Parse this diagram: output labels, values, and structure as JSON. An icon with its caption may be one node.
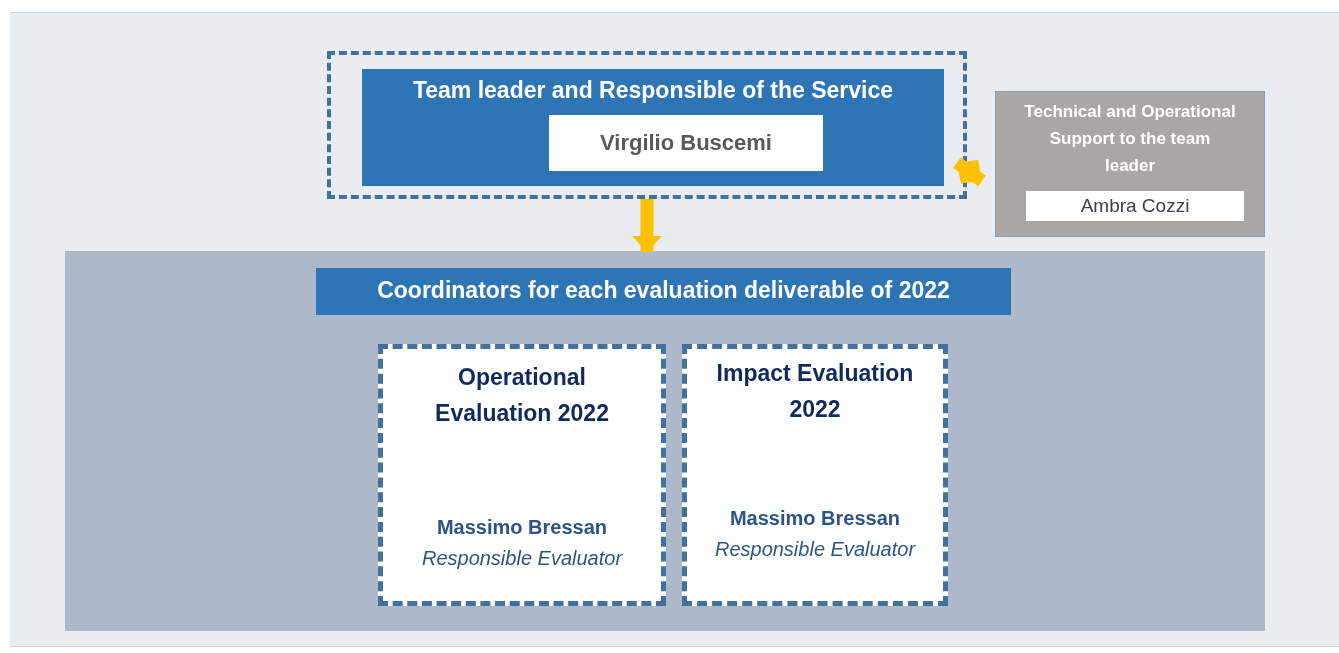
{
  "diagram": {
    "nodes": [
      {
        "text": [],
        "shape": "box"
      },
      {
        "text": [
          "Team leader and Responsible of the Service"
        ],
        "in": 0
      },
      {
        "text": [
          "Virgilio Buscemi"
        ],
        "in": 1
      },
      {
        "text": [
          "Technical and Operational Support to the team leader"
        ]
      },
      {
        "text": [
          "Ambra Cozzi"
        ],
        "in": 3
      },
      {
        "text": [],
        "shape": "box"
      },
      {
        "text": [
          "Coordinators for each evaluation deliverable of 2022"
        ],
        "in": 5
      },
      {
        "text": [
          "Operational Evaluation 2022",
          "Massimo Bressan",
          "Responsible Evaluator"
        ],
        "in": 5
      },
      {
        "text": [
          "Impact Evaluation 2022",
          "Massimo Bressan",
          "Responsible Evaluator"
        ],
        "in": 5
      }
    ],
    "edges": [
      {
        "from": 1,
        "to": 3,
        "arrow": "both"
      },
      {
        "from": 0,
        "to": 6,
        "arrow": "to"
      }
    ]
  }
}
